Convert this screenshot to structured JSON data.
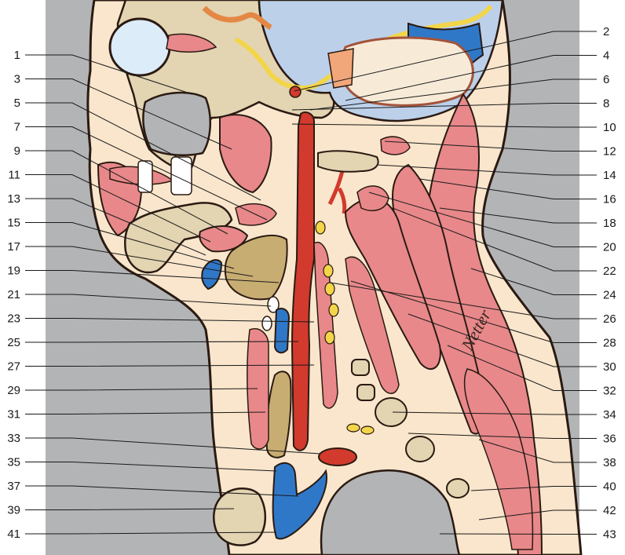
{
  "labels": {
    "left": [
      "1",
      "3",
      "5",
      "7",
      "9",
      "11",
      "13",
      "15",
      "17",
      "19",
      "21",
      "23",
      "25",
      "27",
      "29",
      "31",
      "33",
      "35",
      "37",
      "39",
      "41"
    ],
    "right": [
      "2",
      "4",
      "6",
      "8",
      "10",
      "12",
      "14",
      "16",
      "18",
      "20",
      "22",
      "24",
      "26",
      "28",
      "30",
      "32",
      "34",
      "36",
      "38",
      "40",
      "42",
      "43"
    ]
  },
  "signature": "Netter",
  "colors": {
    "background": "#b3b4b6",
    "skin": "#f9e6cc",
    "muscle": "#e8888a",
    "bone": "#e3d4b2",
    "gland": "#c8ad72",
    "artery": "#d23a2d",
    "vein": "#2f78c8",
    "fat_yellow": "#f3d54a",
    "pale_blue": "#bcd0ea"
  }
}
